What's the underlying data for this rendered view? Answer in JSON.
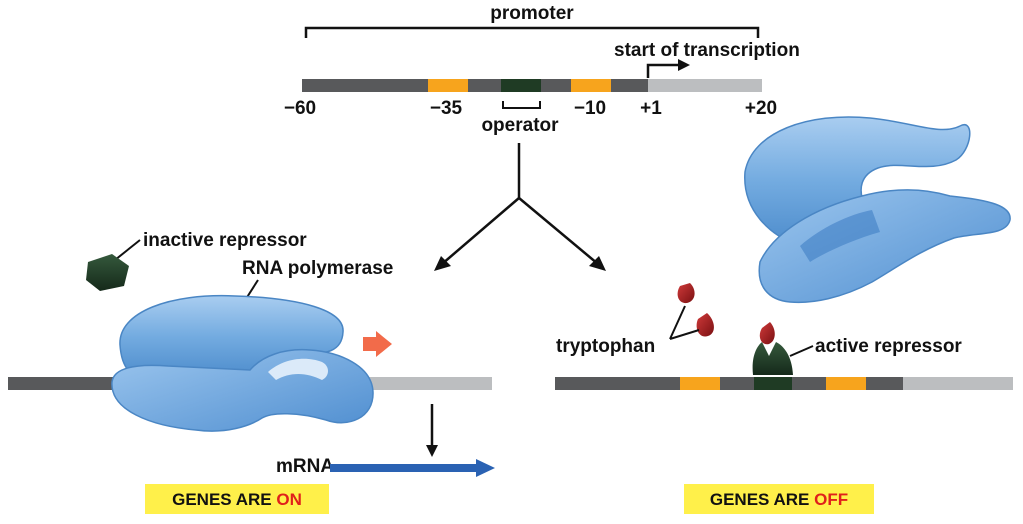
{
  "top": {
    "promoter_label": "promoter",
    "start_label": "start of transcription",
    "ticks": [
      "−60",
      "−35",
      "−10",
      "+1",
      "+20"
    ],
    "operator_label": "operator"
  },
  "left": {
    "inactive_repressor_label": "inactive repressor",
    "rna_polymerase_label": "RNA polymerase",
    "mrna_label": "mRNA",
    "status_prefix": "GENES ARE ",
    "status_word": "ON"
  },
  "right": {
    "tryptophan_label": "tryptophan",
    "active_repressor_label": "active repressor",
    "status_prefix": "GENES ARE ",
    "status_word": "OFF"
  },
  "colors": {
    "dna_dark": "#58595b",
    "dna_light": "#bcbec0",
    "box_orange": "#f7a41d",
    "operator_green": "#1f3b24",
    "protein_blue": "#6fa8dc",
    "mrna_blue": "#2a62b3",
    "badge_yellow": "#fff04a",
    "status_red": "#e0201b",
    "tryptophan_red": "#a0181b",
    "arrow_orange": "#f26b4a"
  }
}
